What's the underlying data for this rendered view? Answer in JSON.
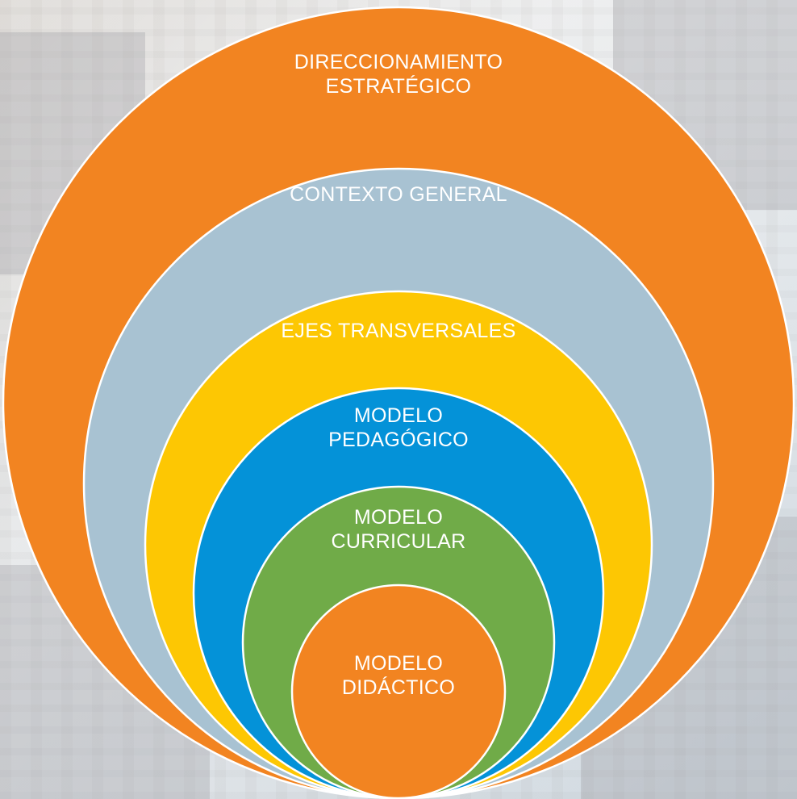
{
  "diagram": {
    "rings": [
      {
        "id": "direccionamiento",
        "label": "DIRECCIONAMIENTO\nESTRATÉGICO",
        "color": "#f28421"
      },
      {
        "id": "contexto",
        "label": "CONTEXTO GENERAL",
        "color": "#a8c2d2"
      },
      {
        "id": "ejes",
        "label": "EJES TRANSVERSALES",
        "color": "#fdc703"
      },
      {
        "id": "pedagogico",
        "label": "MODELO\nPEDAGÓGICO",
        "color": "#0492d8"
      },
      {
        "id": "curricular",
        "label": "MODELO\nCURRICULAR",
        "color": "#70ab48"
      },
      {
        "id": "didactico",
        "label": "MODELO\nDIDÁCTICO",
        "color": "#f28421"
      }
    ]
  }
}
